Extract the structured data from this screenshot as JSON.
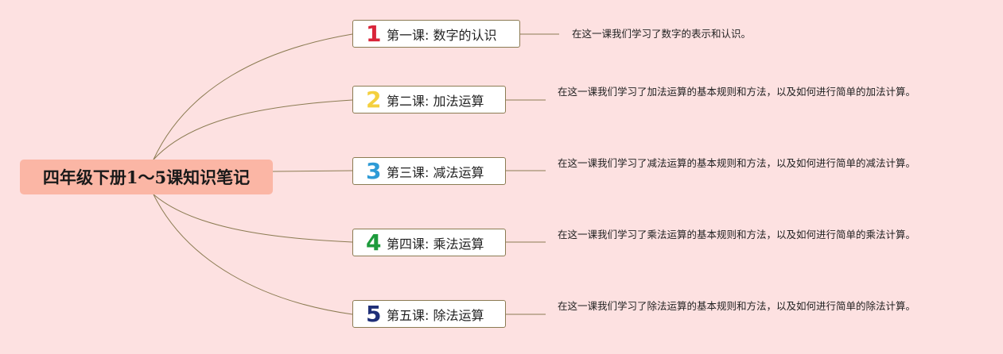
{
  "root": {
    "title": "四年级下册1～5课知识笔记"
  },
  "colors": {
    "background": "#fde1e1",
    "root_fill": "#fbb6a5",
    "connector": "#8b7b52"
  },
  "lessons": [
    {
      "number": "1",
      "number_color": "#d9253a",
      "label": "第一课: 数字的认识",
      "description": "在这一课我们学习了数字的表示和认识。"
    },
    {
      "number": "2",
      "number_color": "#f4d03f",
      "label": "第二课: 加法运算",
      "description": "在这一课我们学习了加法运算的基本规则和方法，以及如何进行简单的加法计算。"
    },
    {
      "number": "3",
      "number_color": "#2e9bd6",
      "label": "第三课: 减法运算",
      "description": "在这一课我们学习了减法运算的基本规则和方法，以及如何进行简单的减法计算。"
    },
    {
      "number": "4",
      "number_color": "#1d9b3c",
      "label": "第四课: 乘法运算",
      "description": "在这一课我们学习了乘法运算的基本规则和方法，以及如何进行简单的乘法计算。"
    },
    {
      "number": "5",
      "number_color": "#1f2f78",
      "label": "第五课: 除法运算",
      "description": "在这一课我们学习了除法运算的基本规则和方法，以及如何进行简单的除法计算。"
    }
  ]
}
